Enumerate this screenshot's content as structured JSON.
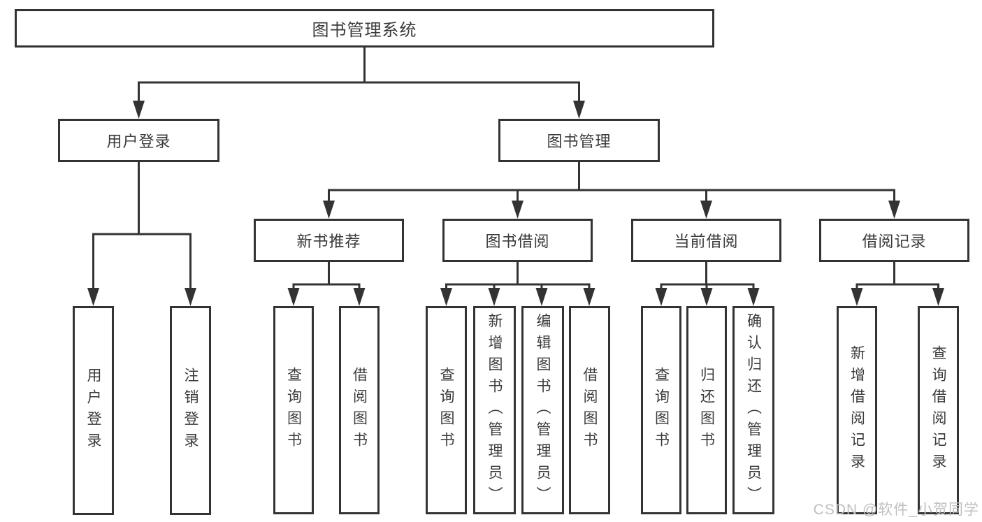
{
  "diagram_title": "图书管理系统",
  "tree": {
    "root": {
      "label": "图书管理系统"
    },
    "branches": [
      {
        "label": "用户登录",
        "children": [
          {
            "label": "用户登录"
          },
          {
            "label": "注销登录"
          }
        ]
      },
      {
        "label": "图书管理",
        "children": [
          {
            "label": "新书推荐",
            "children": [
              {
                "label": "查询图书"
              },
              {
                "label": "借阅图书"
              }
            ]
          },
          {
            "label": "图书借阅",
            "children": [
              {
                "label": "查询图书"
              },
              {
                "label": "新增图书（管理员）"
              },
              {
                "label": "编辑图书（管理员）"
              },
              {
                "label": "借阅图书"
              }
            ]
          },
          {
            "label": "当前借阅",
            "children": [
              {
                "label": "查询图书"
              },
              {
                "label": "归还图书"
              },
              {
                "label": "确认归还（管理员）"
              }
            ]
          },
          {
            "label": "借阅记录",
            "children": [
              {
                "label": "新增借阅记录"
              },
              {
                "label": "查询借阅记录"
              }
            ]
          }
        ]
      }
    ]
  },
  "watermark": {
    "text": "CSDN @软件_小贺同学",
    "color": "#bfbfc4"
  },
  "colors": {
    "line": "#333333",
    "box_border": "#333333",
    "box_fill": "#ffffff",
    "text": "#3a3a3a",
    "background": "#ffffff"
  }
}
